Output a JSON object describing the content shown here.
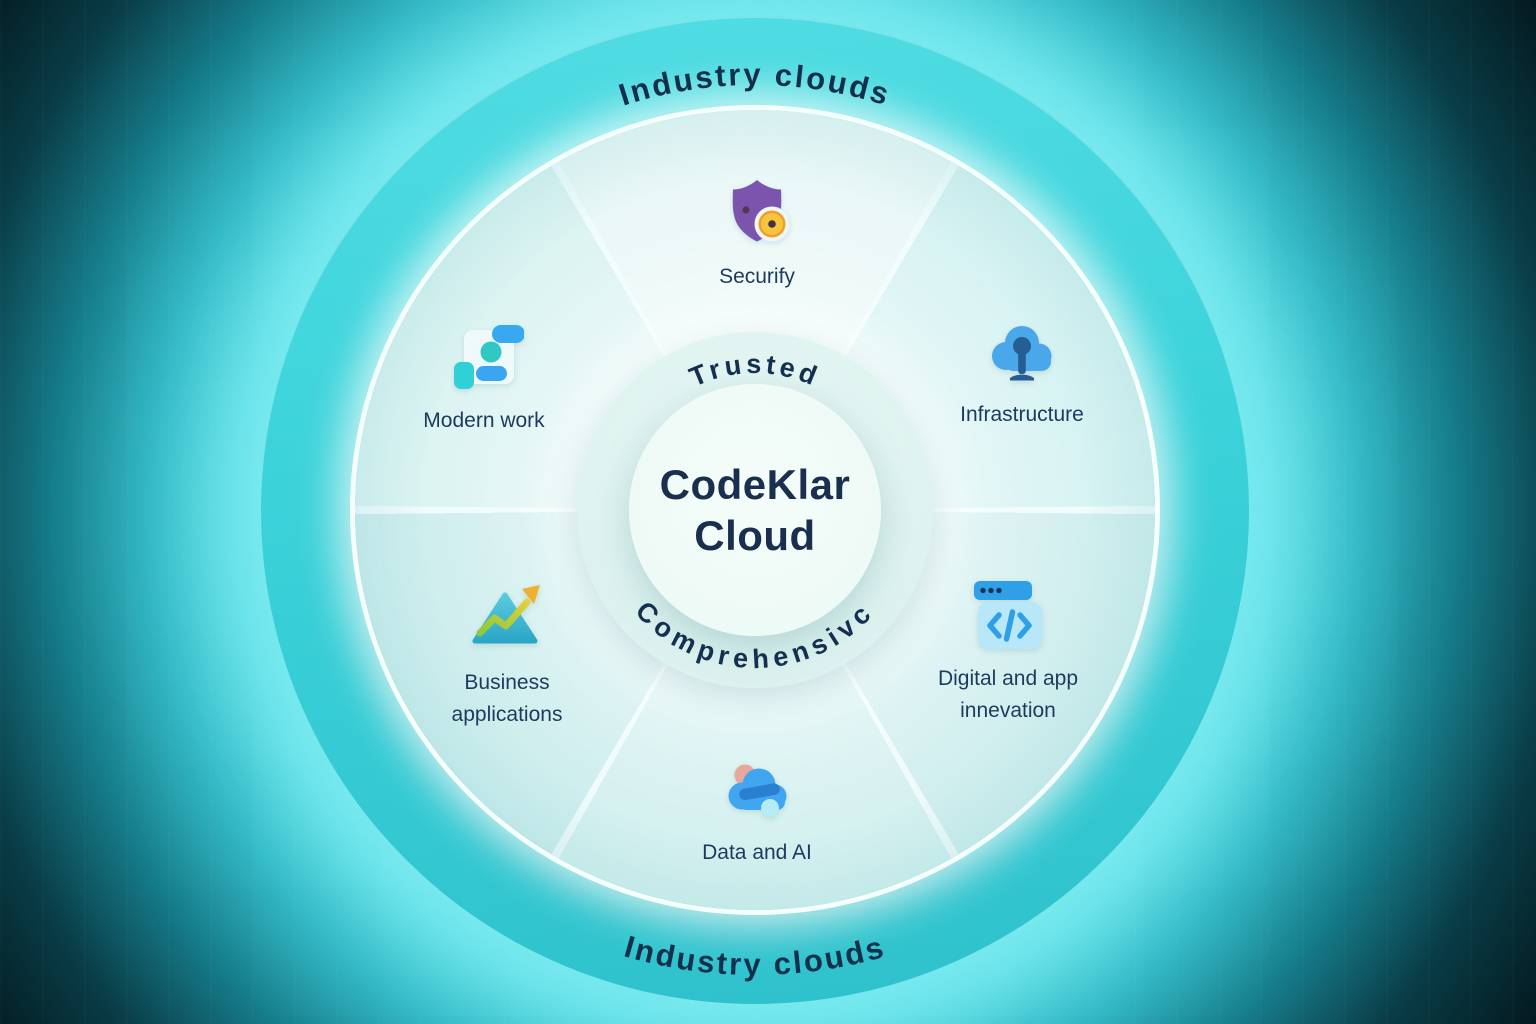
{
  "diagram": {
    "center": {
      "line1": "CodeKlar",
      "line2": "Cloud"
    },
    "outer_ring": {
      "top_label": "Industry clouds",
      "bottom_label": "Industry clouds"
    },
    "inner_ring": {
      "top_label": "Trusted",
      "bottom_label": "Comprehensivc"
    },
    "segments": [
      {
        "id": "securify",
        "label": "Securify",
        "icon": "shield-coin-icon"
      },
      {
        "id": "infrastructure",
        "label": "Infrastructure",
        "icon": "cloud-pin-icon"
      },
      {
        "id": "digital-app-innovation",
        "label": "Digital and app innevation",
        "icon": "code-window-icon"
      },
      {
        "id": "data-and-ai",
        "label": "Data and AI",
        "icon": "data-cloud-icon"
      },
      {
        "id": "business-applications",
        "label": "Business applications",
        "icon": "growth-chart-icon"
      },
      {
        "id": "modern-work",
        "label": "Modern work",
        "icon": "people-card-icon"
      }
    ],
    "colors": {
      "outer_ring_cyan": "#38d2da",
      "halo_glow": "#8feef2",
      "background_dark": "#041a20",
      "text_navy": "#16304f",
      "segment_tints": [
        "#eaf8f7",
        "#d8f3f3",
        "#d2efef",
        "#d5f1f0",
        "#cfeeee",
        "#dcf4f2"
      ],
      "icon_purple": "#7b55ad",
      "icon_blue": "#3fa4ee",
      "icon_teal": "#2fd0d6",
      "icon_amber": "#edb02f"
    }
  }
}
